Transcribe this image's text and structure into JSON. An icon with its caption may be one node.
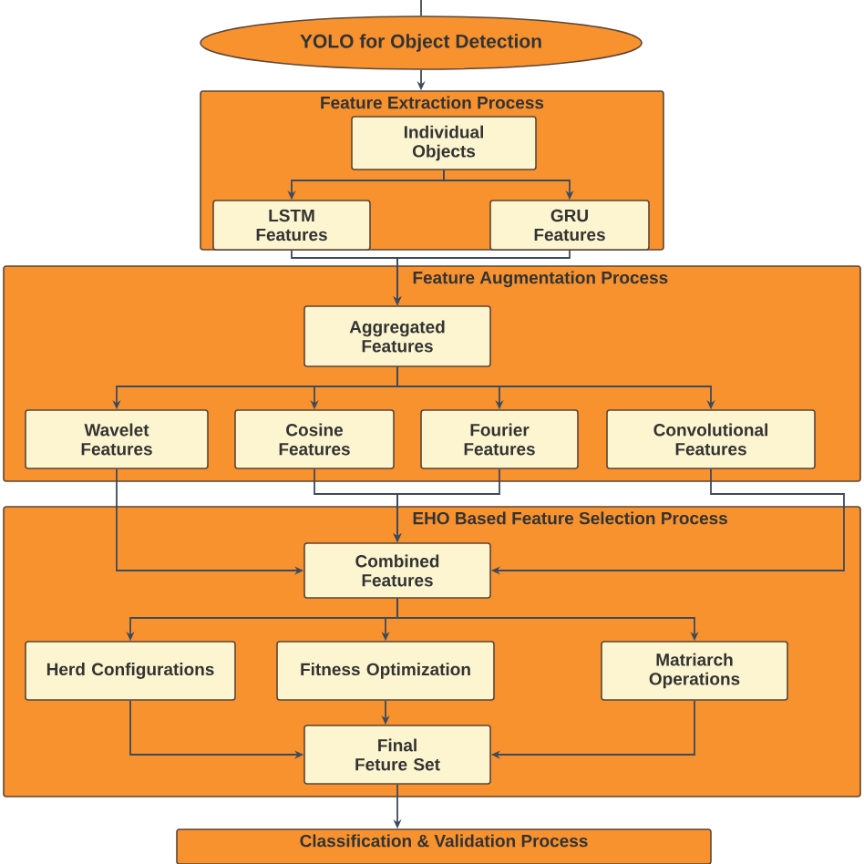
{
  "diagram": {
    "nodes": [
      {
        "text": [
          "YOLO for Object Detection"
        ]
      },
      {
        "text": [
          "Feature Extraction Process"
        ]
      },
      {
        "text": [
          "Individual Objects"
        ],
        "in": 1
      },
      {
        "text": [
          "LSTM Features"
        ],
        "in": 1
      },
      {
        "text": [
          "GRU Features"
        ],
        "in": 1
      },
      {
        "text": [
          "Feature Augmentation Process"
        ]
      },
      {
        "text": [
          "Aggregated Features"
        ],
        "in": 5
      },
      {
        "text": [
          "Wavelet Features"
        ],
        "in": 5
      },
      {
        "text": [
          "Cosine Features"
        ],
        "in": 5
      },
      {
        "text": [
          "Fourier Features"
        ],
        "in": 5
      },
      {
        "text": [
          "Convolutional Features"
        ],
        "in": 5
      },
      {
        "text": [
          "EHO Based Feature Selection Process"
        ]
      },
      {
        "text": [
          "Combined Features"
        ],
        "in": 11
      },
      {
        "text": [
          "Herd Configurations"
        ],
        "in": 11
      },
      {
        "text": [
          "Fitness Optimization"
        ],
        "in": 11
      },
      {
        "text": [
          "Matriarch Operations"
        ],
        "in": 11
      },
      {
        "text": [
          "Final Feture Set"
        ],
        "in": 11
      },
      {
        "text": [
          "Classification & Validation Process"
        ]
      }
    ],
    "edges": [
      {
        "from": null,
        "to": 0,
        "arrow": "none"
      },
      {
        "from": 0,
        "to": 1,
        "arrow": "to"
      },
      {
        "from": 2,
        "to": 3,
        "arrow": "to"
      },
      {
        "from": 2,
        "to": 4,
        "arrow": "to"
      },
      {
        "from": 3,
        "to": 6,
        "arrow": "to"
      },
      {
        "from": 4,
        "to": 6,
        "arrow": "to"
      },
      {
        "from": 6,
        "to": 7,
        "arrow": "to"
      },
      {
        "from": 6,
        "to": 8,
        "arrow": "to"
      },
      {
        "from": 6,
        "to": 9,
        "arrow": "to"
      },
      {
        "from": 6,
        "to": 10,
        "arrow": "to"
      },
      {
        "from": 7,
        "to": 12,
        "arrow": "to"
      },
      {
        "from": 8,
        "to": 12,
        "arrow": "to"
      },
      {
        "from": 9,
        "to": 12,
        "arrow": "to"
      },
      {
        "from": 10,
        "to": 12,
        "arrow": "to"
      },
      {
        "from": 12,
        "to": 13,
        "arrow": "to"
      },
      {
        "from": 12,
        "to": 14,
        "arrow": "to"
      },
      {
        "from": 12,
        "to": 15,
        "arrow": "to"
      },
      {
        "from": 13,
        "to": 16,
        "arrow": "to"
      },
      {
        "from": 14,
        "to": 16,
        "arrow": "to"
      },
      {
        "from": 15,
        "to": 16,
        "arrow": "to"
      },
      {
        "from": 16,
        "to": 17,
        "arrow": "to"
      }
    ]
  }
}
